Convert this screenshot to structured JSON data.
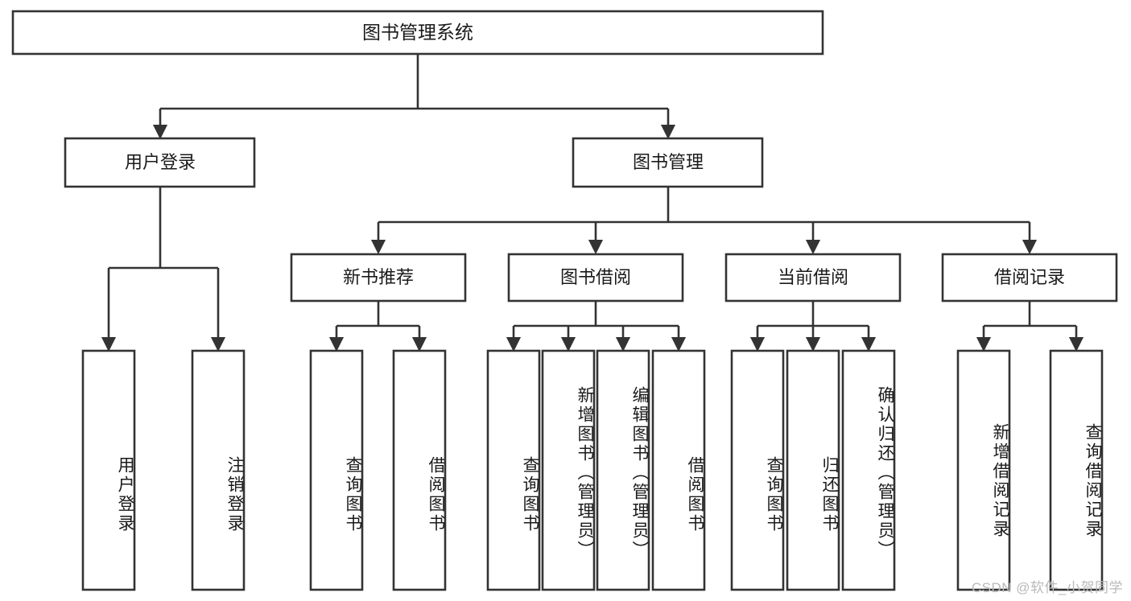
{
  "diagram": {
    "type": "tree",
    "title": "图书管理系统",
    "root": {
      "id": "root",
      "label": "图书管理系统",
      "orientation": "horizontal"
    },
    "level2": [
      {
        "id": "user-login",
        "label": "用户登录",
        "orientation": "horizontal"
      },
      {
        "id": "book-management",
        "label": "图书管理",
        "orientation": "horizontal"
      }
    ],
    "level3": [
      {
        "id": "new-book-recommend",
        "label": "新书推荐",
        "orientation": "horizontal",
        "parent": "book-management"
      },
      {
        "id": "book-borrow",
        "label": "图书借阅",
        "orientation": "horizontal",
        "parent": "book-management"
      },
      {
        "id": "current-borrow",
        "label": "当前借阅",
        "orientation": "horizontal",
        "parent": "book-management"
      },
      {
        "id": "borrow-record",
        "label": "借阅记录",
        "orientation": "horizontal",
        "parent": "book-management"
      }
    ],
    "leaves": [
      {
        "id": "leaf-user-login",
        "label": "用户登录",
        "orientation": "vertical",
        "parent": "user-login"
      },
      {
        "id": "leaf-logout",
        "label": "注销登录",
        "orientation": "vertical",
        "parent": "user-login"
      },
      {
        "id": "leaf-query-book-1",
        "label": "查询图书",
        "orientation": "vertical",
        "parent": "new-book-recommend"
      },
      {
        "id": "leaf-borrow-book-1",
        "label": "借阅图书",
        "orientation": "vertical",
        "parent": "new-book-recommend"
      },
      {
        "id": "leaf-query-book-2",
        "label": "查询图书",
        "orientation": "vertical",
        "parent": "book-borrow"
      },
      {
        "id": "leaf-add-book",
        "label": "新增图书（管理员）",
        "orientation": "vertical",
        "parent": "book-borrow"
      },
      {
        "id": "leaf-edit-book",
        "label": "编辑图书（管理员）",
        "orientation": "vertical",
        "parent": "book-borrow"
      },
      {
        "id": "leaf-borrow-book-2",
        "label": "借阅图书",
        "orientation": "vertical",
        "parent": "book-borrow"
      },
      {
        "id": "leaf-query-book-3",
        "label": "查询图书",
        "orientation": "vertical",
        "parent": "current-borrow"
      },
      {
        "id": "leaf-return-book",
        "label": "归还图书",
        "orientation": "vertical",
        "parent": "current-borrow"
      },
      {
        "id": "leaf-confirm-return",
        "label": "确认归还（管理员）",
        "orientation": "vertical",
        "parent": "current-borrow"
      },
      {
        "id": "leaf-add-record",
        "label": "新增借阅记录",
        "orientation": "vertical",
        "parent": "borrow-record"
      },
      {
        "id": "leaf-query-record",
        "label": "查询借阅记录",
        "orientation": "vertical",
        "parent": "borrow-record"
      }
    ],
    "colors": {
      "background": "#ffffff",
      "box_fill": "#ffffff",
      "box_stroke": "#333333",
      "text": "#1a1a1a",
      "watermark": "#b9b9b9"
    }
  },
  "watermark": {
    "text": "CSDN @软件_小贺同学"
  }
}
